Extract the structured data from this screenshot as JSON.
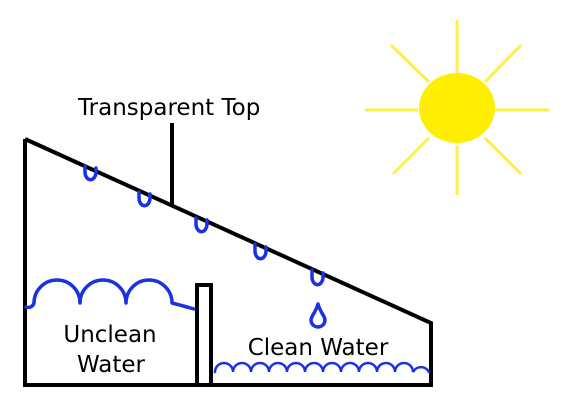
{
  "labels": {
    "top": "Transparent Top",
    "unclean_line1": "Unclean",
    "unclean_line2": "Water",
    "clean": "Clean Water"
  },
  "colors": {
    "stroke": "#000000",
    "water": "#1a33e0",
    "sun": "#ffee00",
    "ray": "#ffee44",
    "background": "#ffffff"
  },
  "icons": {
    "sun": "sun-icon",
    "droplet": "water-droplet-icon"
  }
}
